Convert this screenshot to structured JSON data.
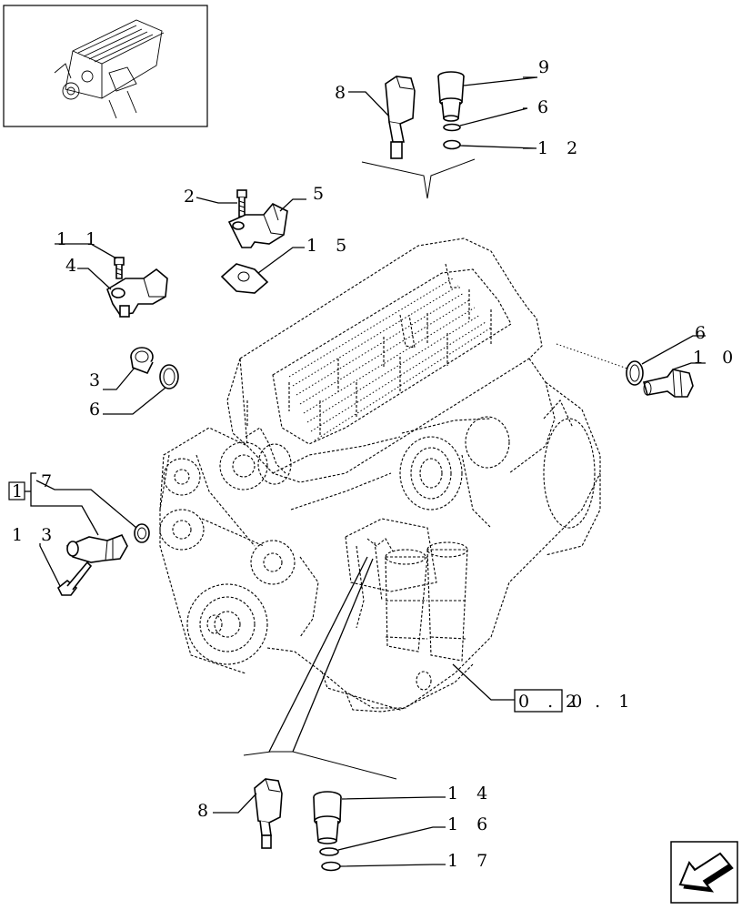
{
  "callouts": {
    "c_8_top": "8",
    "c_9": "9",
    "c_6_top": "6",
    "c_12": "1 2",
    "c_2": "2",
    "c_5": "5",
    "c_11": "1 1",
    "c_15": "1 5",
    "c_4": "4",
    "c_3": "3",
    "c_6_left": "6",
    "c_6_right": "6",
    "c_10": "1 0",
    "c_7": "7",
    "c_13": "1 3",
    "c_8_bottom": "8",
    "c_14": "1 4",
    "c_16": "1 6",
    "c_17": "1 7"
  },
  "reference_box_left": "1",
  "reference_code": {
    "boxed": "0 . 0",
    "rest": "2 . 1"
  },
  "icons": {
    "thumbnail": "engine-thumbnail-icon",
    "nav": "arrow-back-icon"
  }
}
